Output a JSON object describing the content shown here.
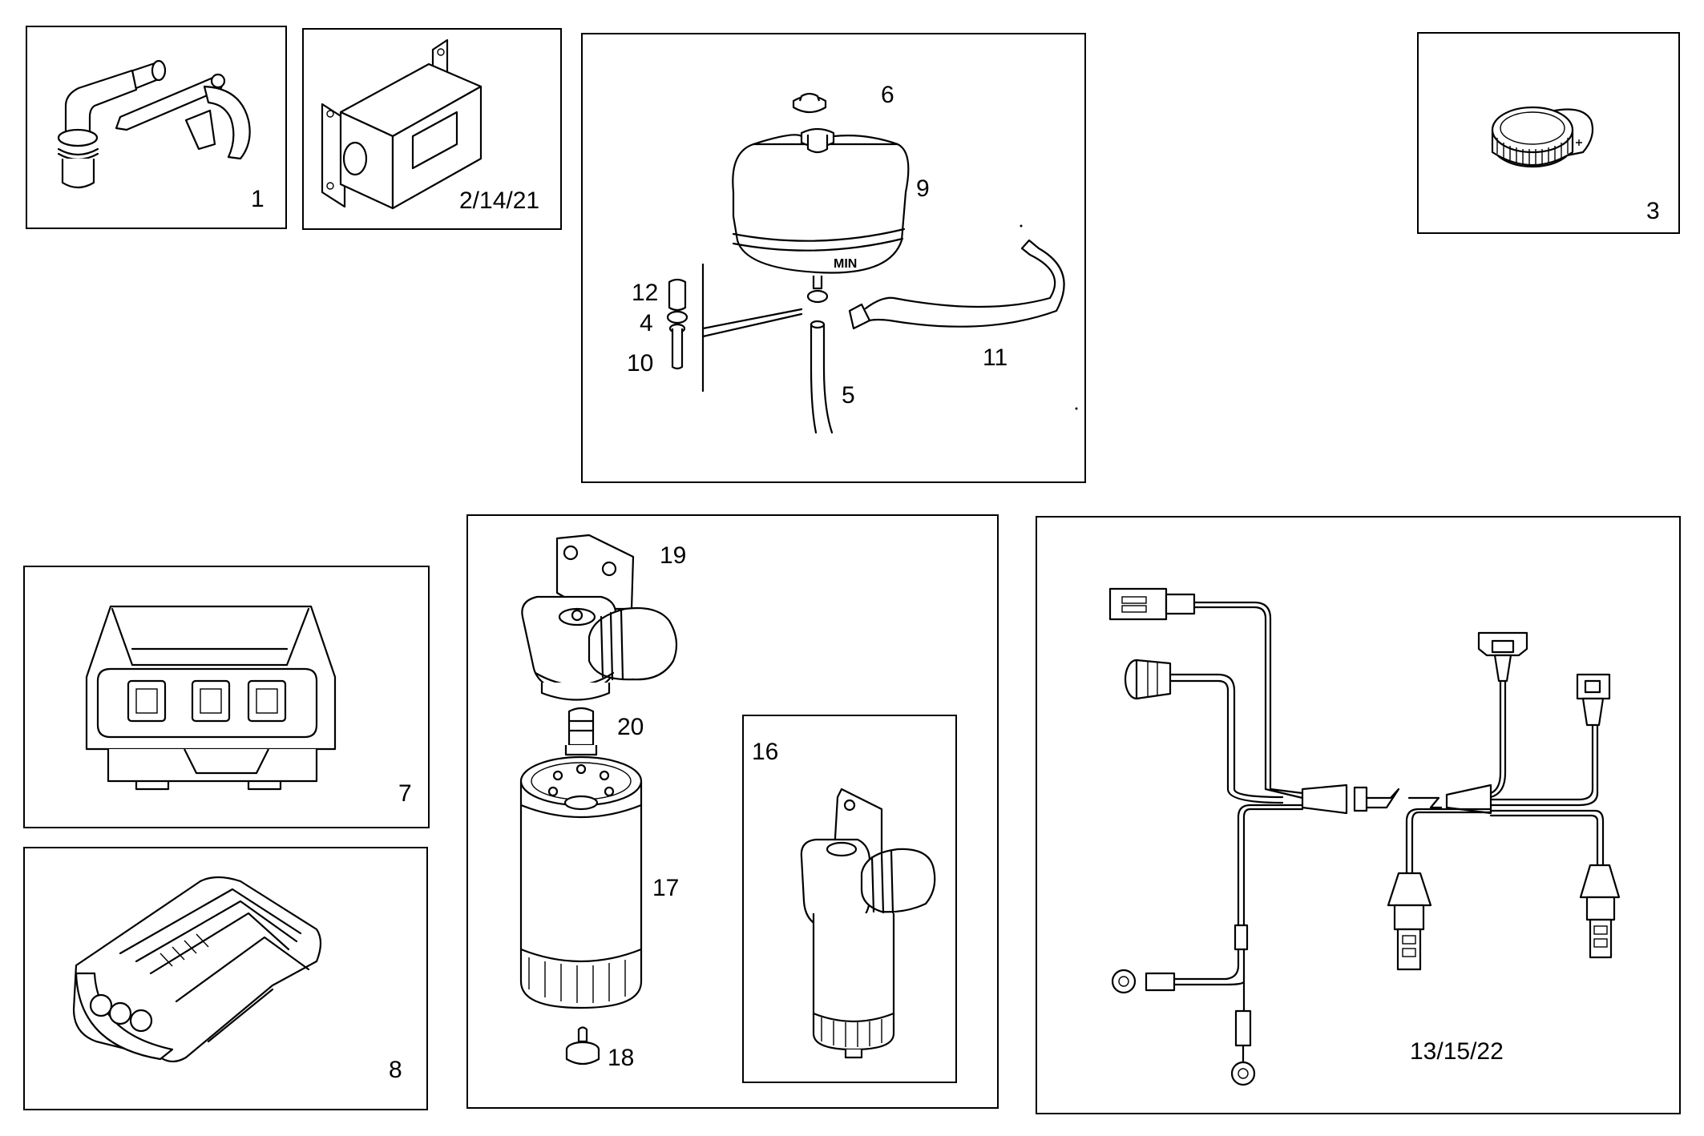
{
  "callouts": {
    "c1": "1",
    "c2_14_21": "2/14/21",
    "c3": "3",
    "c4": "4",
    "c5": "5",
    "c6": "6",
    "c7": "7",
    "c8": "8",
    "c9": "9",
    "c10": "10",
    "c11": "11",
    "c12": "12",
    "c13_15_22": "13/15/22",
    "c16": "16",
    "c17": "17",
    "c18": "18",
    "c19": "19",
    "c20": "20"
  },
  "tank_marking": "MIN"
}
